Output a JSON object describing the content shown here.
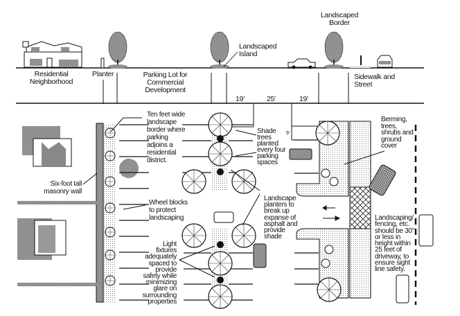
{
  "elevation": {
    "labels": {
      "residential": "Residential\nNeighborhood",
      "planter": "Planter",
      "parking_lot": "Parking Lot for\nCommercial\nDevelopment",
      "landscaped_island": "Landscaped\nIsland",
      "landscaped_border": "Landscaped\nBorder",
      "sidewalk_street": "Sidewalk and\nStreet"
    }
  },
  "dimensions": {
    "stall_left": "19'",
    "aisle": "25'",
    "stall_right": "19'",
    "stall_width": "9'"
  },
  "plan": {
    "callouts": {
      "ten_feet_border": "Ten feet wide\nlandscape\nborder where\nparking\nadjoins a\nresidential\ndistrict.",
      "masonry_wall": "Six-foot tall\nmasonry wall",
      "wheel_blocks": "Wheel blocks\nto protect\nlandscaping",
      "shade_trees": "Shade\ntrees\nplanted\nevery four\nparking\nspaces",
      "landscape_planters": "Landscape\nplanters to\nbreak up\nexpanse of\nasphalt and\nprovide\nshade",
      "light_fixtures": "Light\nfixtures\nadequately\nspaced to\nprovide\nsafety while\nminimizing\nglare on\nsurrounding\nproperties",
      "berming": "Berming,\ntrees,\nshrubs and\nground\ncover",
      "sight_line": "Landscaping/\nfencing, etc.\nshould be 30\"\nor less in\nheight within\n25 feet of\ndriveway, to\nensure sight\nline safety."
    }
  }
}
